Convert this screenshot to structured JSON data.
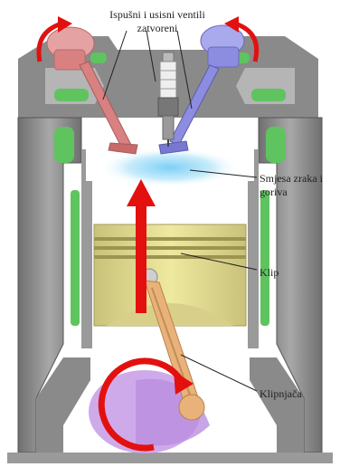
{
  "labels": {
    "valves_line1": "Ispušni i usisni ventili",
    "valves_line2": "zatvoreni",
    "mixture": "Smjesa zraka i goriva",
    "piston": "Klip",
    "connecting_rod": "Klipnjača"
  },
  "colors": {
    "casing": "#7d7d7d",
    "casing_light": "#a9a9a9",
    "coolant": "#5fc45f",
    "exhaust_valve": "#d98080",
    "intake_valve": "#8c8ce0",
    "piston": "#e6e08a",
    "rod": "#e8b27a",
    "crank": "#c79be8",
    "arrow": "#e31010",
    "mixture": "#a8dcf5"
  },
  "icons": [
    "spark-plug-icon",
    "rotation-arrow-icon",
    "up-arrow-icon"
  ]
}
